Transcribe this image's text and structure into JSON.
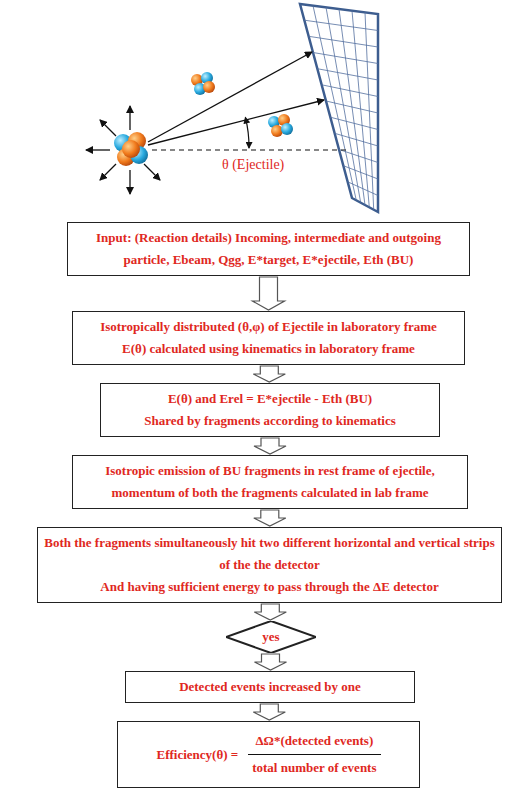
{
  "diagram": {
    "nodes": [
      {
        "text": [
          "Input: (Reaction details) Incoming, intermediate and outgoing particle, Ebeam, Qgg, E*target, E*ejectile, Eth (BU)"
        ]
      },
      {
        "text": [
          "Isotropically distributed (θ,φ) of Ejectile in laboratory frame",
          "E(θ) calculated using kinematics in laboratory frame"
        ]
      },
      {
        "text": [
          "E(θ) and Erel = E*ejectile - Eth (BU)",
          "Shared by fragments according to kinematics"
        ]
      },
      {
        "text": [
          "Isotropic emission of BU fragments in rest frame of ejectile,",
          "momentum of both the fragments calculated in lab frame"
        ]
      },
      {
        "text": [
          "Both the fragments simultaneously hit two different horizontal and vertical strips of the the detector",
          "And having sufficient energy to pass through the ΔE detector"
        ]
      },
      {
        "text": [
          "yes"
        ]
      },
      {
        "text": [
          "Detected events increased by one"
        ]
      },
      {
        "text": [
          "Efficiency(θ) =",
          "ΔΩ*(detected events)",
          "total number of events"
        ]
      }
    ],
    "edges": [
      {
        "from": 0,
        "to": 1,
        "arrow": "to"
      },
      {
        "from": 1,
        "to": 2,
        "arrow": "to"
      },
      {
        "from": 2,
        "to": 3,
        "arrow": "to"
      },
      {
        "from": 3,
        "to": 4,
        "arrow": "to"
      },
      {
        "from": 4,
        "to": 5,
        "arrow": "to"
      },
      {
        "from": 5,
        "to": 6,
        "arrow": "to"
      },
      {
        "from": 6,
        "to": 7,
        "arrow": "to"
      }
    ],
    "labels": [
      "θ (Ejectile)"
    ]
  }
}
